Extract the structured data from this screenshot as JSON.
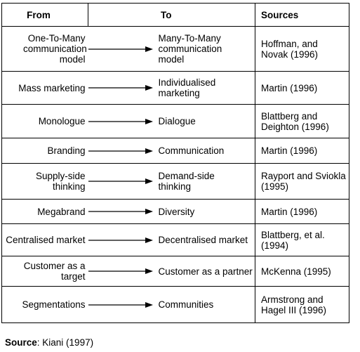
{
  "headers": {
    "from": "From",
    "to": "To",
    "sources": "Sources"
  },
  "rows": [
    {
      "from": "One-To-Many communication model",
      "to": "Many-To-Many communication model",
      "source": "Hoffman, and Novak (1996)"
    },
    {
      "from": "Mass marketing",
      "to": "Individualised marketing",
      "source": "Martin (1996)"
    },
    {
      "from": "Monologue",
      "to": "Dialogue",
      "source": "Blattberg and Deighton (1996)"
    },
    {
      "from": "Branding",
      "to": "Communication",
      "source": "Martin (1996)"
    },
    {
      "from": "Supply-side thinking",
      "to": "Demand-side thinking",
      "source": "Rayport and Sviokla (1995)"
    },
    {
      "from": "Megabrand",
      "to": "Diversity",
      "source": "Martin (1996)"
    },
    {
      "from": "Centralised market",
      "to": "Decentralised market",
      "source": "Blattberg, et al. (1994)"
    },
    {
      "from": "Customer as a target",
      "to": "Customer as a partner",
      "source": "McKenna (1995)"
    },
    {
      "from": "Segmentations",
      "to": "Communities",
      "source": "Armstrong and Hagel III (1996)"
    }
  ],
  "footer": {
    "label": "Source",
    "text": ": Kiani (1997)"
  }
}
